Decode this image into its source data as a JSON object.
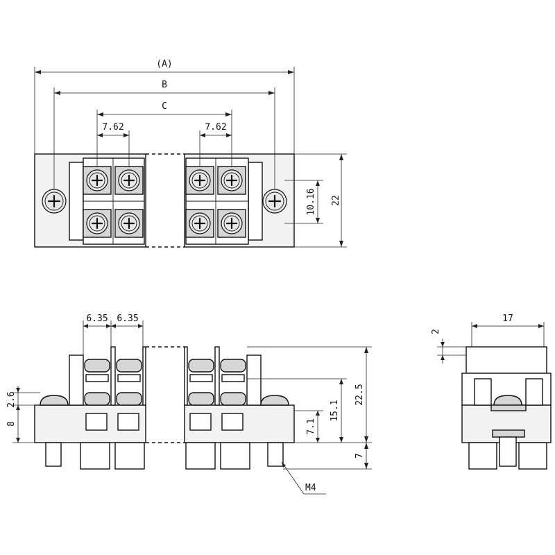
{
  "labels": {
    "dim_A": "(A)",
    "dim_B": "B",
    "dim_C": "C",
    "pitch_left": "7.62",
    "pitch_right": "7.62",
    "height_22": "22",
    "height_10_16": "10.16",
    "side_6_35_a": "6.35",
    "side_6_35_b": "6.35",
    "side_2_6": "2.6",
    "side_8": "8",
    "side_22_5": "22.5",
    "side_15_1": "15.1",
    "side_7_1": "7.1",
    "side_7": "7",
    "thread": "M4",
    "end_17": "17",
    "end_2": "2"
  },
  "icons": {
    "screw": "phillips-screw-icon",
    "arrow": "dimension-arrow-icon"
  },
  "colors": {
    "line": "#111111",
    "fill": "#f2f2f2",
    "shade": "#d6d6d6"
  }
}
